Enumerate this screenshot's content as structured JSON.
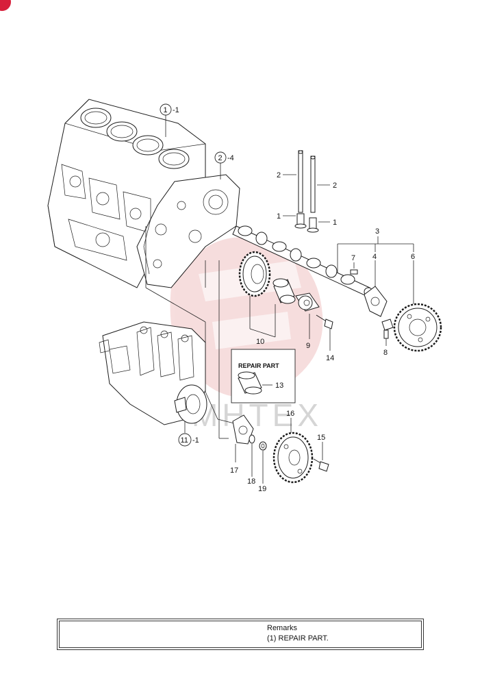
{
  "callouts": {
    "c1": "1",
    "c1_suffix": "-1",
    "c2": "2",
    "c2_suffix": "-4",
    "c11": "11",
    "c11_suffix": "-1"
  },
  "labels": {
    "p1a": "1",
    "p1b": "1",
    "p2a": "2",
    "p2b": "2",
    "p3": "3",
    "p4": "4",
    "p6": "6",
    "p7": "7",
    "p8": "8",
    "p9": "9",
    "p10": "10",
    "p13": "13",
    "p14": "14",
    "p15": "15",
    "p16": "16",
    "p17": "17",
    "p18": "18",
    "p19": "19"
  },
  "repair_box": {
    "title": "REPAIR PART"
  },
  "watermark": {
    "text": "MHTEX"
  },
  "remarks": {
    "title": "Remarks",
    "item": "(1) REPAIR PART."
  },
  "colors": {
    "watermark_red": "#f0c2c2",
    "badge": "#d71f3b"
  }
}
